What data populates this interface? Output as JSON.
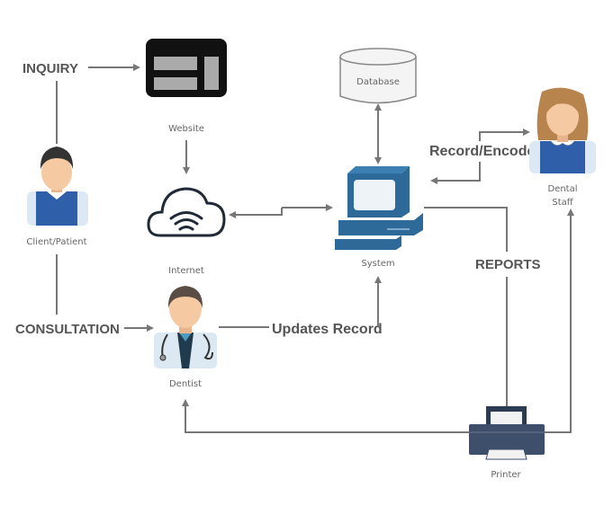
{
  "nodes": {
    "website": "Website",
    "internet": "Internet",
    "client": "Client/Patient",
    "dentist": "Dentist",
    "system": "System",
    "database": "Database",
    "staff_line1": "Dental",
    "staff_line2": "Staff",
    "printer": "Printer"
  },
  "edge_labels": {
    "inquiry": "INQUIRY",
    "consultation": "CONSULTATION",
    "updates_record": "Updates Record",
    "record_encode": "Record/Encode",
    "reports": "REPORTS"
  },
  "colors": {
    "edge": "#777777",
    "computer": "#2e6a99",
    "shirt": "#2f5fa8",
    "printer": "#3d4f6b"
  }
}
